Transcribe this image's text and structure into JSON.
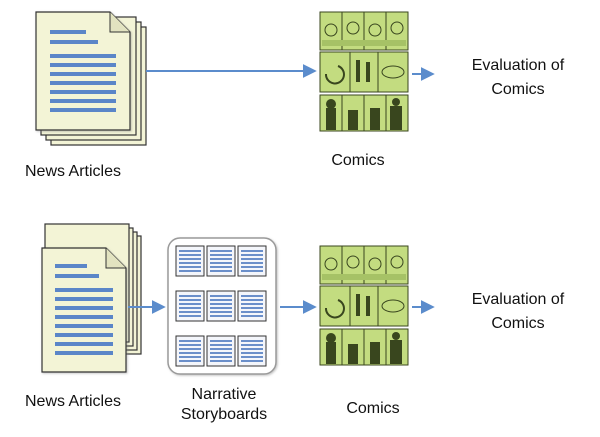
{
  "top_flow": {
    "source_label": "News Articles",
    "comics_label": "Comics",
    "evaluation_label": "Evaluation of Comics"
  },
  "bottom_flow": {
    "source_label": "News Articles",
    "storyboards_label": "Narrative Storyboards",
    "comics_label": "Comics",
    "evaluation_label": "Evaluation of Comics"
  },
  "colors": {
    "document_fill": "#f3f4d6",
    "document_text_lines": "#5b86c8",
    "arrow": "#5b8ccc",
    "comic_fill": "#c3dc80",
    "comic_dark": "#39461e",
    "storyboard_border": "#9a9a9a",
    "storyboard_cell": "#6b8fca"
  },
  "icons": {
    "document": "document-stack-icon",
    "comic": "comic-strip-thumbnail",
    "storyboard": "storyboard-grid-icon"
  }
}
